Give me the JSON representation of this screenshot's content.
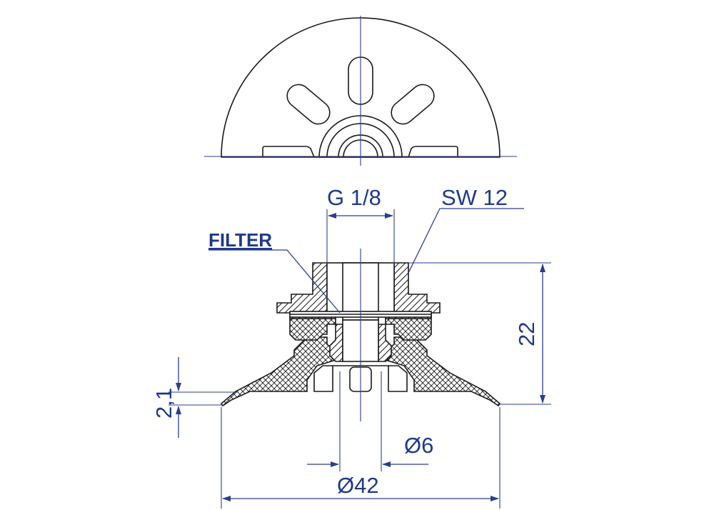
{
  "labels": {
    "thread": "G 1/8",
    "wrench": "SW 12",
    "filter": "FILTER",
    "height": "22",
    "lip_thickness": "2,1",
    "bore_diameter": "Ø6",
    "outer_diameter": "Ø42"
  },
  "colors": {
    "dimension_blue": "#1f3a8a",
    "outline": "#1a1a1a",
    "background": "#ffffff"
  }
}
